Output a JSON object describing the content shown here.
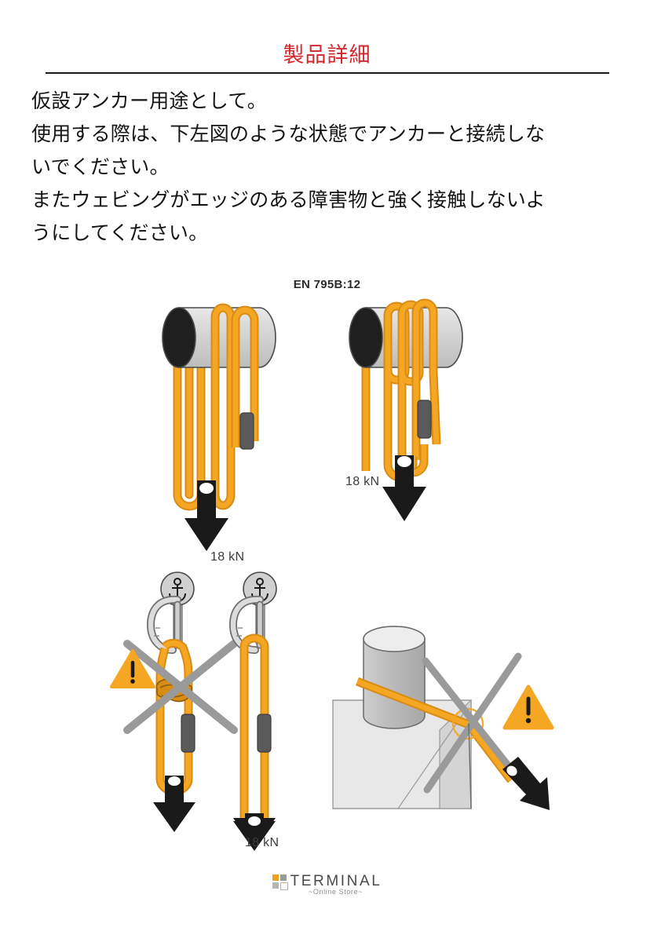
{
  "document": {
    "title": "製品詳細",
    "title_color": "#d4252a",
    "rule_color": "#1a1a1a"
  },
  "body_text": {
    "lines": [
      "仮設アンカー用途として。",
      "使用する際は、下左図のような状態でアンカーと接続しな",
      "いでください。",
      "またウェビングがエッジのある障害物と強く接触しないよ",
      "うにしてください。"
    ]
  },
  "figure": {
    "standard_label": "EN 795B:12",
    "force_labels": {
      "top_left": "18 kN",
      "top_right": "18 kN",
      "bottom_right_pair": "18 kN"
    },
    "colors": {
      "webbing": "#f5a623",
      "webbing_dark": "#d98c14",
      "metal": "#c9c9c9",
      "metal_dark": "#8c8c8c",
      "keeper": "#5a5a5a",
      "arrow": "#1a1a1a",
      "warning": "#f5a623",
      "cross_out": "#9a9a9a",
      "concrete": "#e2e2e2"
    },
    "panels": [
      {
        "id": "panel-basket-choke",
        "position": "top-left",
        "warning": false,
        "force": "18 kN"
      },
      {
        "id": "panel-wrapped",
        "position": "top-right",
        "warning": false,
        "force": "18 kN"
      },
      {
        "id": "panel-knotted-sling",
        "position": "bottom-left",
        "warning": true,
        "force": ""
      },
      {
        "id": "panel-correct-sling",
        "position": "bottom-mid",
        "warning": false,
        "force": "18 kN"
      },
      {
        "id": "panel-sharp-edge",
        "position": "bottom-right",
        "warning": true,
        "force": ""
      }
    ]
  },
  "footer": {
    "brand": "TERMINAL",
    "tagline": "~Online Store~"
  }
}
